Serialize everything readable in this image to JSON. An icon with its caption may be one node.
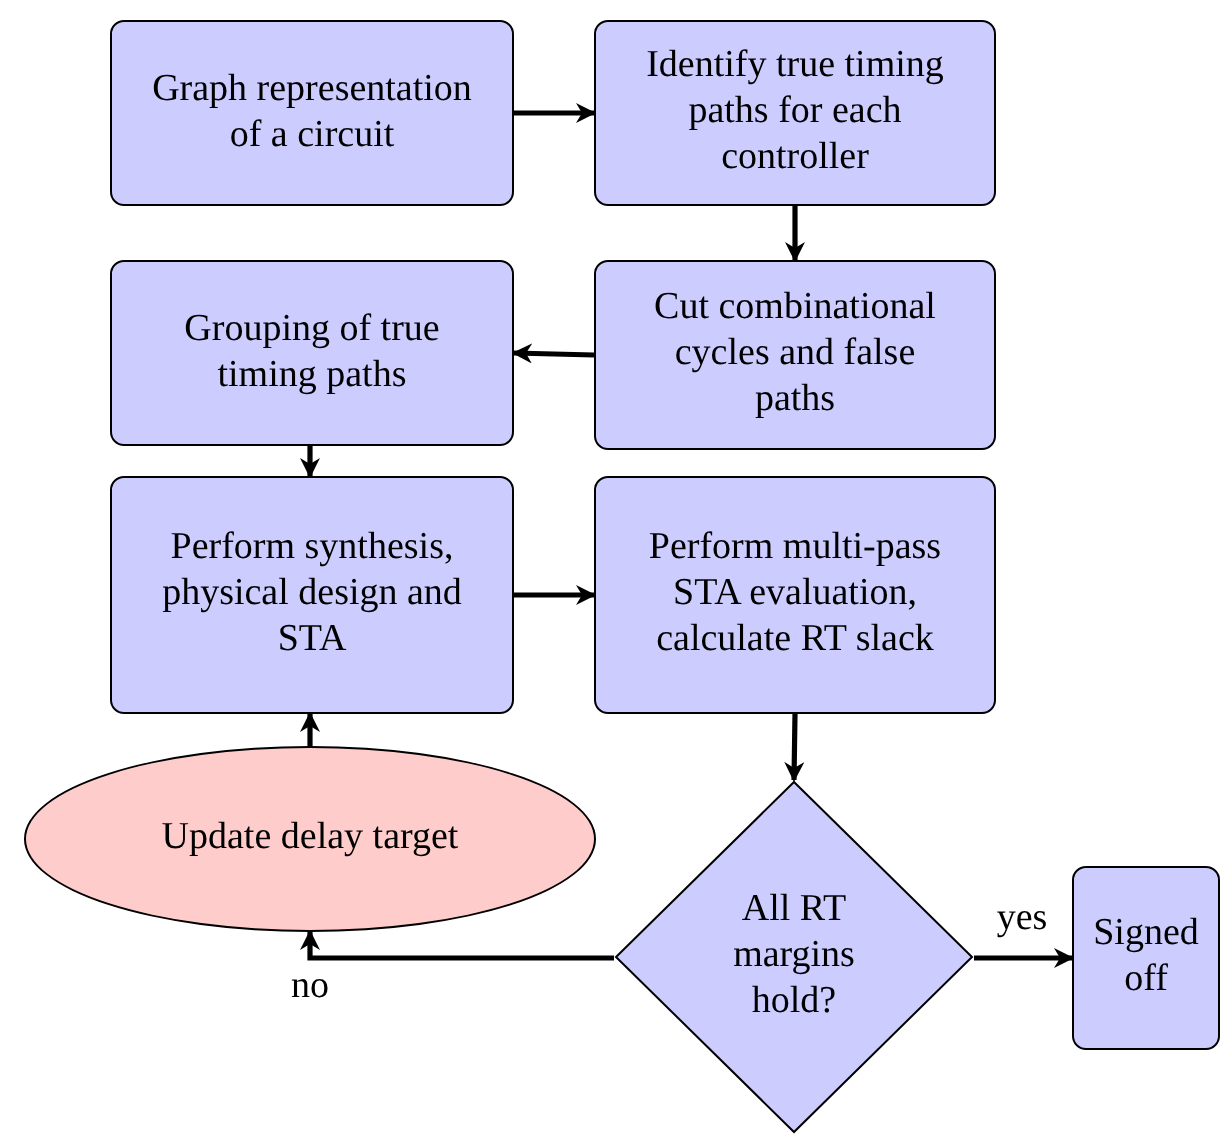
{
  "diagram": {
    "nodes": [
      {
        "text": [
          "Graph representation of a circuit"
        ]
      },
      {
        "text": [
          "Identify true timing paths for each controller"
        ]
      },
      {
        "text": [
          "Cut combinational cycles and false paths"
        ]
      },
      {
        "text": [
          "Grouping of true timing paths"
        ]
      },
      {
        "text": [
          "Perform synthesis, physical design and STA"
        ]
      },
      {
        "text": [
          "Perform multi-pass STA evaluation, calculate RT slack"
        ]
      },
      {
        "text": [
          "Update delay target"
        ]
      },
      {
        "text": [
          "All RT margins hold?"
        ]
      },
      {
        "text": [
          "Signed off"
        ]
      }
    ],
    "edges": [
      {
        "from": 0,
        "to": 1,
        "arrow": "to"
      },
      {
        "from": 1,
        "to": 2,
        "arrow": "to"
      },
      {
        "from": 2,
        "to": 3,
        "arrow": "to"
      },
      {
        "from": 3,
        "to": 4,
        "arrow": "to"
      },
      {
        "from": 4,
        "to": 5,
        "arrow": "to"
      },
      {
        "from": 5,
        "to": 7,
        "arrow": "to"
      },
      {
        "from": 7,
        "to": 8,
        "arrow": "to",
        "label": "yes"
      },
      {
        "from": 7,
        "to": 6,
        "arrow": "to",
        "label": "no"
      },
      {
        "from": 6,
        "to": 4,
        "arrow": "to"
      }
    ]
  }
}
